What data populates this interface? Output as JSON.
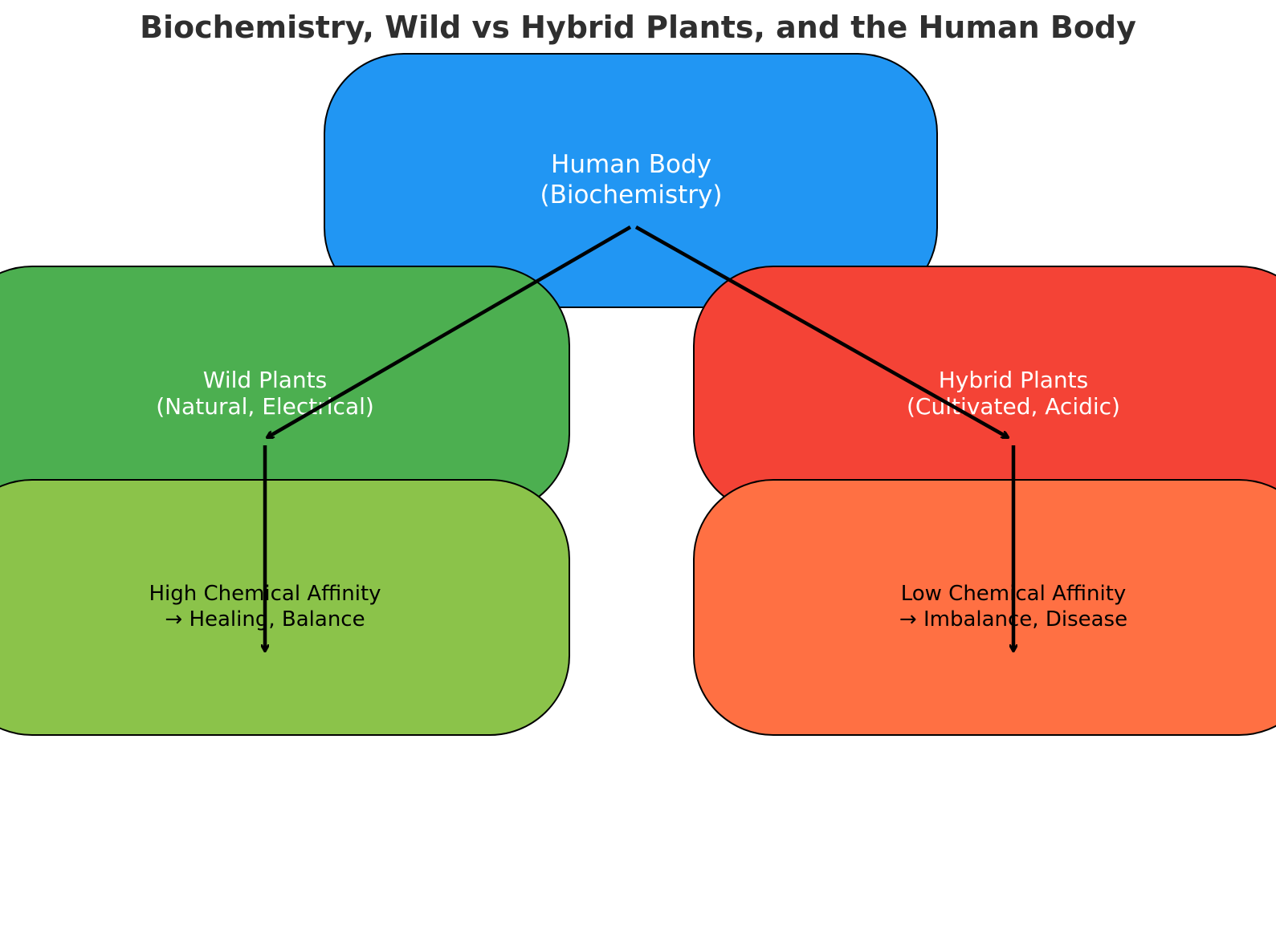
{
  "title": "Biochemistry, Wild vs Hybrid Plants, and the Human Body",
  "nodes": {
    "body": {
      "text": "Human Body\n(Biochemistry)",
      "fill": "#2196F3",
      "text_color": "#ffffff"
    },
    "wild": {
      "text": "Wild Plants\n(Natural, Electrical)",
      "fill": "#4CAF50",
      "text_color": "#ffffff"
    },
    "hybrid": {
      "text": "Hybrid Plants\n(Cultivated, Acidic)",
      "fill": "#F44336",
      "text_color": "#ffffff"
    },
    "high": {
      "text": "High Chemical Affinity\n→ Healing, Balance",
      "fill": "#8BC34A",
      "text_color": "#000000"
    },
    "low": {
      "text": "Low Chemical Affinity\n→ Imbalance, Disease",
      "fill": "#FF7043",
      "text_color": "#000000"
    }
  },
  "edges": [
    {
      "from": "body",
      "to": "wild"
    },
    {
      "from": "body",
      "to": "hybrid"
    },
    {
      "from": "wild",
      "to": "high"
    },
    {
      "from": "hybrid",
      "to": "low"
    }
  ],
  "colors": {
    "title": "#2f2f2f",
    "border": "#000000",
    "arrow": "#000000"
  }
}
